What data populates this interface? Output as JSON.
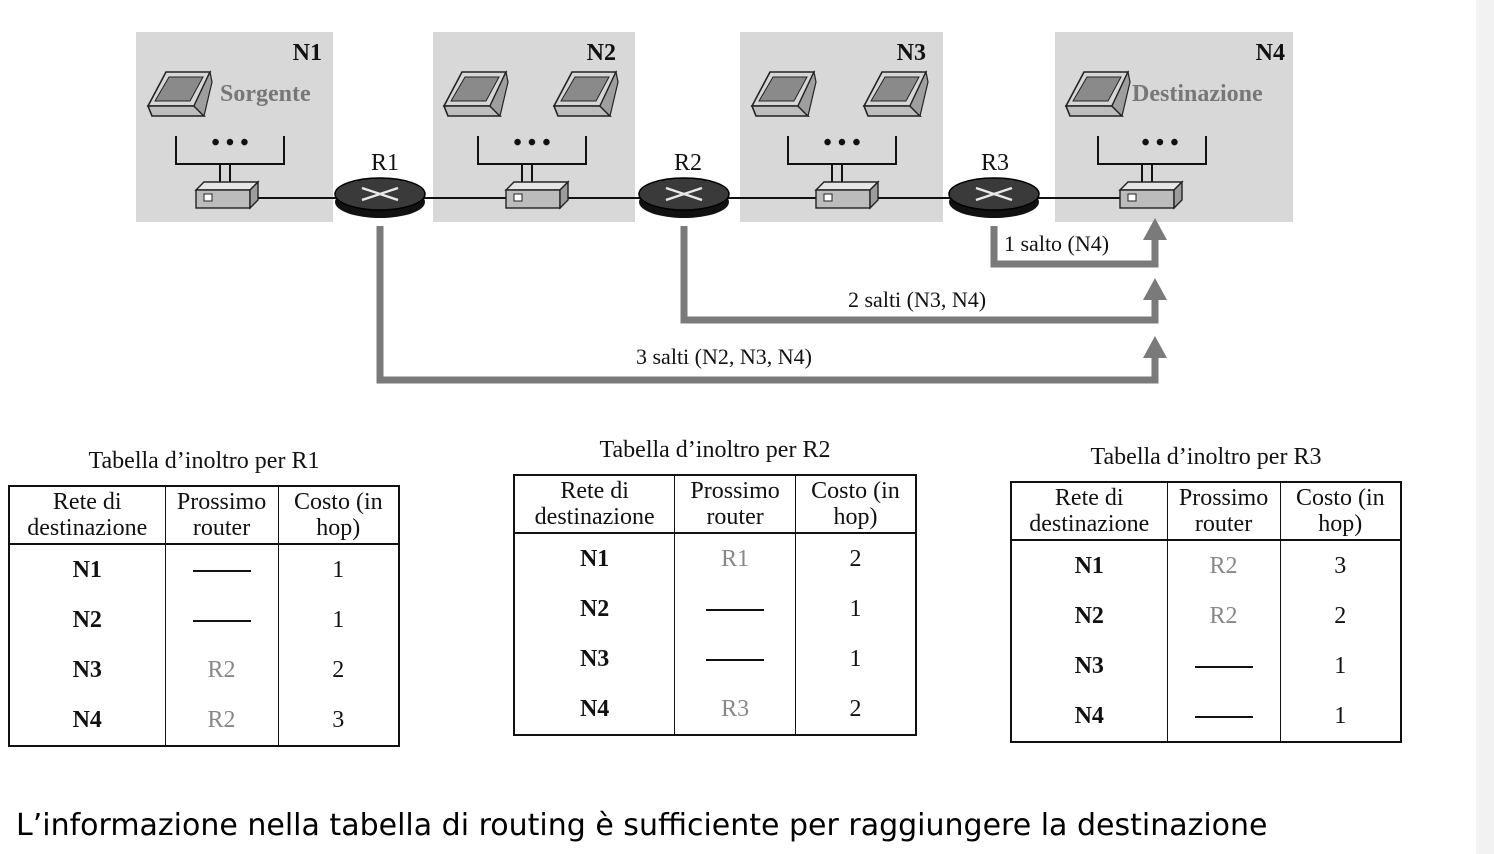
{
  "networks": [
    {
      "name": "N1",
      "role": "Sorgente"
    },
    {
      "name": "N2",
      "role": ""
    },
    {
      "name": "N3",
      "role": ""
    },
    {
      "name": "N4",
      "role": "Destinazione"
    }
  ],
  "routers": [
    "R1",
    "R2",
    "R3"
  ],
  "host_ellipsis": "• • •",
  "paths": [
    {
      "from": "R3",
      "label": "1 salto (N4)"
    },
    {
      "from": "R2",
      "label": "2 salti (N3, N4)"
    },
    {
      "from": "R1",
      "label": "3 salti (N2, N3, N4)"
    }
  ],
  "tables": [
    {
      "title": "Tabella d’inoltro per R1",
      "headers": [
        "Rete di destinazione",
        "Prossimo router",
        "Costo (in hop)"
      ],
      "rows": [
        {
          "dest": "N1",
          "next": "",
          "cost": "1"
        },
        {
          "dest": "N2",
          "next": "",
          "cost": "1"
        },
        {
          "dest": "N3",
          "next": "R2",
          "cost": "2"
        },
        {
          "dest": "N4",
          "next": "R2",
          "cost": "3"
        }
      ]
    },
    {
      "title": "Tabella d’inoltro per R2",
      "headers": [
        "Rete di destinazione",
        "Prossimo router",
        "Costo (in hop)"
      ],
      "rows": [
        {
          "dest": "N1",
          "next": "R1",
          "cost": "2"
        },
        {
          "dest": "N2",
          "next": "",
          "cost": "1"
        },
        {
          "dest": "N3",
          "next": "",
          "cost": "1"
        },
        {
          "dest": "N4",
          "next": "R3",
          "cost": "2"
        }
      ]
    },
    {
      "title": "Tabella d’inoltro per R3",
      "headers": [
        "Rete di destinazione",
        "Prossimo router",
        "Costo (in hop)"
      ],
      "rows": [
        {
          "dest": "N1",
          "next": "R2",
          "cost": "3"
        },
        {
          "dest": "N2",
          "next": "R2",
          "cost": "2"
        },
        {
          "dest": "N3",
          "next": "",
          "cost": "1"
        },
        {
          "dest": "N4",
          "next": "",
          "cost": "1"
        }
      ]
    }
  ],
  "caption": "L’informazione nella tabella di routing è sufficiente per raggiungere la destinazione",
  "colors": {
    "network_bg": "#d8d8d8",
    "path_arrow": "#7a7a7a",
    "next_hop_text": "#888888"
  }
}
